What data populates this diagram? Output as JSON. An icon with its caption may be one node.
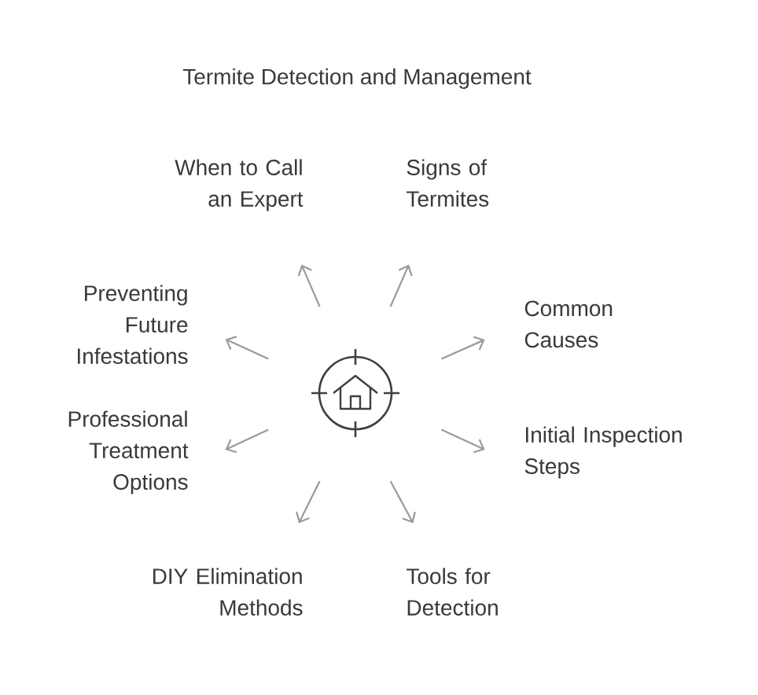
{
  "diagram": {
    "title": "Termite Detection and Management",
    "nodes": [
      {
        "text": [],
        "shape": "circle"
      },
      {
        "text": [
          "When to Call an Expert"
        ]
      },
      {
        "text": [
          "Signs of Termites"
        ]
      },
      {
        "text": [
          "Common Causes"
        ]
      },
      {
        "text": [
          "Initial Inspection Steps"
        ]
      },
      {
        "text": [
          "Tools for Detection"
        ]
      },
      {
        "text": [
          "DIY Elimination Methods"
        ]
      },
      {
        "text": [
          "Professional Treatment Options"
        ]
      },
      {
        "text": [
          "Preventing Future Infestations"
        ]
      }
    ],
    "edges": [
      {
        "from": 0,
        "to": 1,
        "arrow": "to"
      },
      {
        "from": 0,
        "to": 2,
        "arrow": "to"
      },
      {
        "from": 0,
        "to": 3,
        "arrow": "to"
      },
      {
        "from": 0,
        "to": 4,
        "arrow": "to"
      },
      {
        "from": 0,
        "to": 5,
        "arrow": "to"
      },
      {
        "from": 0,
        "to": 6,
        "arrow": "to"
      },
      {
        "from": 0,
        "to": 7,
        "arrow": "to"
      },
      {
        "from": 0,
        "to": 8,
        "arrow": "to"
      }
    ]
  }
}
